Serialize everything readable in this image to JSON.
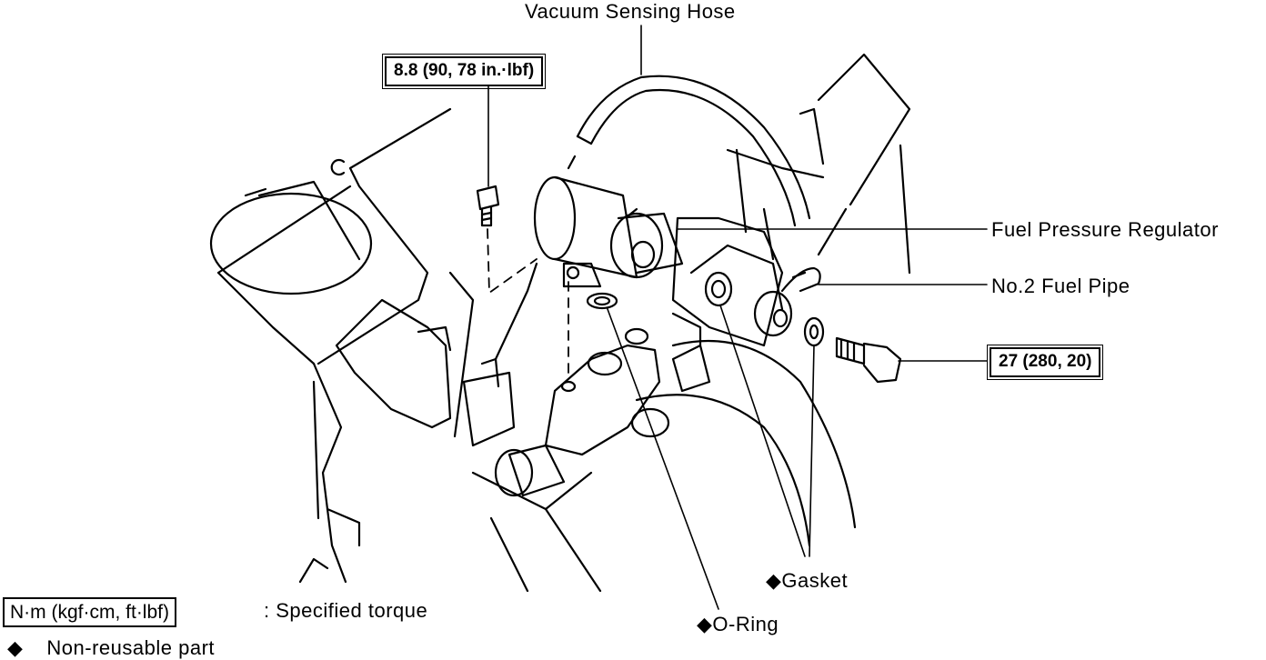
{
  "labels": {
    "vacuum_hose": "Vacuum Sensing Hose",
    "regulator": "Fuel Pressure Regulator",
    "fuel_pipe": "No.2 Fuel Pipe",
    "gasket": "Gasket",
    "o_ring": "O-Ring"
  },
  "torque": {
    "bolt_small": "8.8 (90, 78 in.·lbf)",
    "bolt_union": "27 (280, 20)"
  },
  "legend": {
    "torque_unit": "N·m (kgf·cm, ft·lbf)",
    "torque_desc": ":  Specified torque",
    "non_reusable_symbol": "◆",
    "non_reusable_desc": "Non-reusable part"
  },
  "symbols": {
    "diamond": "◆"
  }
}
